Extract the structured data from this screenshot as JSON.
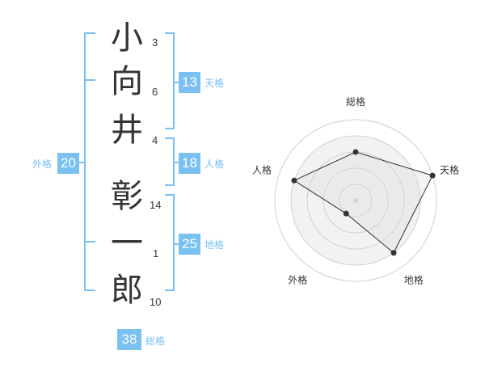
{
  "colors": {
    "accent": "#7ac0f0",
    "badge_bg": "#7ac0f0",
    "label_text": "#7ac0f0",
    "text": "#333333"
  },
  "name_chars": [
    {
      "char": "小",
      "strokes": "3"
    },
    {
      "char": "向",
      "strokes": "6"
    },
    {
      "char": "井",
      "strokes": "4"
    },
    {
      "char": "彰",
      "strokes": "14"
    },
    {
      "char": "一",
      "strokes": "1"
    },
    {
      "char": "郎",
      "strokes": "10"
    }
  ],
  "fortunes": {
    "tenkaku": {
      "value": "13",
      "label": "天格"
    },
    "jinkaku": {
      "value": "18",
      "label": "人格"
    },
    "chikaku": {
      "value": "25",
      "label": "地格"
    },
    "gaikaku": {
      "value": "20",
      "label": "外格"
    },
    "soukaku": {
      "value": "38",
      "label": "総格"
    }
  },
  "chart_data": {
    "type": "radar",
    "axes": [
      "総格",
      "天格",
      "地格",
      "外格",
      "人格"
    ],
    "values": [
      3,
      5,
      4,
      1,
      4
    ],
    "max": 5,
    "rings": 5
  }
}
